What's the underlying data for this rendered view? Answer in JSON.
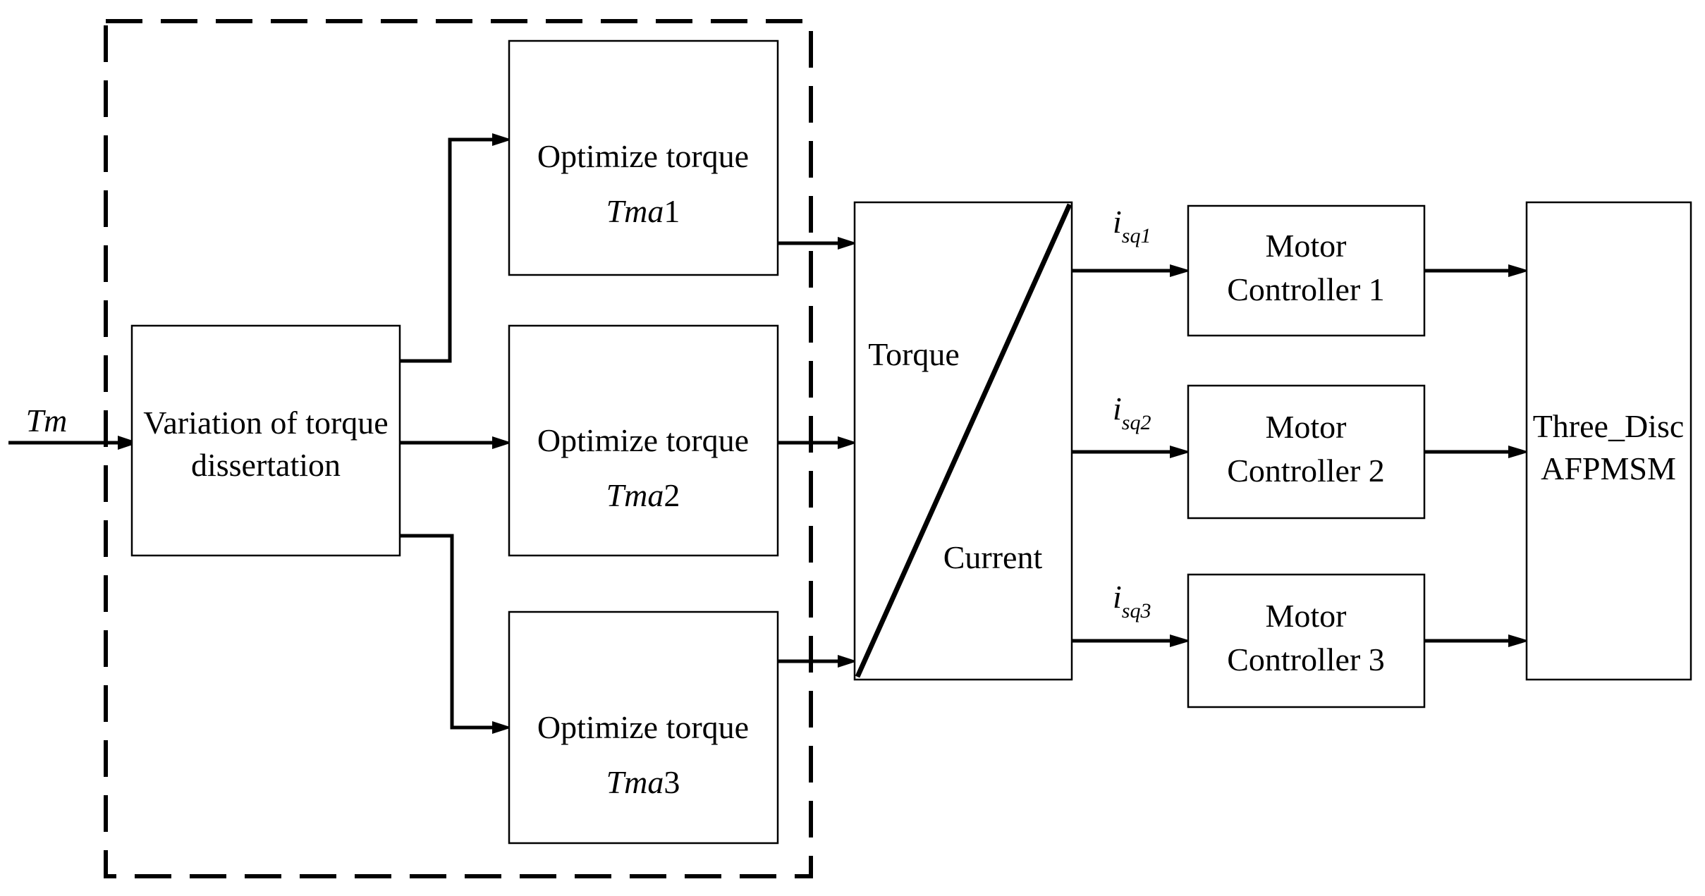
{
  "colors": {
    "line": "#000000",
    "background": "#ffffff",
    "input_arrowhead": "#2e6d8e"
  },
  "labels": {
    "input": "Tm",
    "variation": {
      "line1": "Variation of torque",
      "line2": "dissertation"
    },
    "optimize1": {
      "title": "Optimize torque",
      "var_prefix": "Tma",
      "var_num": "1"
    },
    "optimize2": {
      "title": "Optimize torque",
      "var_prefix": "Tma",
      "var_num": "2"
    },
    "optimize3": {
      "title": "Optimize torque",
      "var_prefix": "Tma",
      "var_num": "3"
    },
    "converter": {
      "top": "Torque",
      "bottom": "Current"
    },
    "signals": {
      "prefix": "i",
      "sub1": "sq1",
      "sub2": "sq2",
      "sub3": "sq3"
    },
    "controller1": {
      "line1": "Motor",
      "line2": "Controller 1"
    },
    "controller2": {
      "line1": "Motor",
      "line2": "Controller 2"
    },
    "controller3": {
      "line1": "Motor",
      "line2": "Controller 3"
    },
    "motor": {
      "line1": "Three_Disc",
      "line2": "AFPMSM"
    }
  }
}
